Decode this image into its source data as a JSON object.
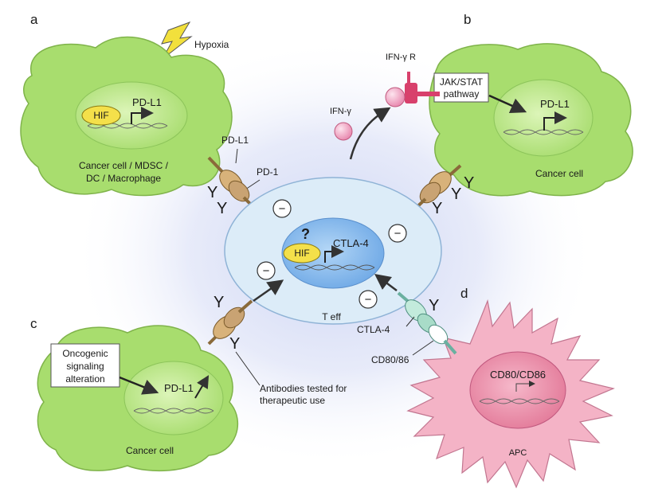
{
  "panels": {
    "a": "a",
    "b": "b",
    "c": "c",
    "d": "d"
  },
  "hypoxia": "Hypoxia",
  "cell_a": {
    "hif": "HIF",
    "gene": "PD-L1",
    "caption_line1": "Cancer cell  /  MDSC /",
    "caption_line2": "DC / Macrophage",
    "pdl1_label": "PD-L1",
    "pd1_label": "PD-1"
  },
  "cell_b": {
    "ifng_r": "IFN-γ R",
    "ifng": "IFN-γ",
    "pathway_line1": "JAK/STAT",
    "pathway_line2": "pathway",
    "gene": "PD-L1",
    "caption": "Cancer cell"
  },
  "tcell": {
    "question": "?",
    "hif": "HIF",
    "gene": "CTLA-4",
    "caption": "T eff",
    "ctla4_label": "CTLA-4",
    "inhibit_symbol": "−"
  },
  "cell_c": {
    "box_line1": "Oncogenic",
    "box_line2": "signaling",
    "box_line3": "alteration",
    "gene": "PD-L1",
    "caption": "Cancer cell",
    "antibody_line1": "Antibodies tested for",
    "antibody_line2": "therapeutic use"
  },
  "cell_d": {
    "cd8086_label": "CD80/86",
    "gene": "CD80/CD86",
    "caption": "APC"
  },
  "colors": {
    "cancer_cell": "#a8dd6e",
    "nucleus_green": "#c6ec98",
    "tcell": "#dcecf8",
    "tcell_nucleus": "#8fbfee",
    "apc": "#f4b3c6",
    "apc_nucleus": "#ec8aa5",
    "hif": "#f4e04a",
    "ifng": "#f0a8c4",
    "receptor": "#d8406c",
    "ctla4": "#a8dcc8",
    "receptor_tan": "#c9a373"
  }
}
